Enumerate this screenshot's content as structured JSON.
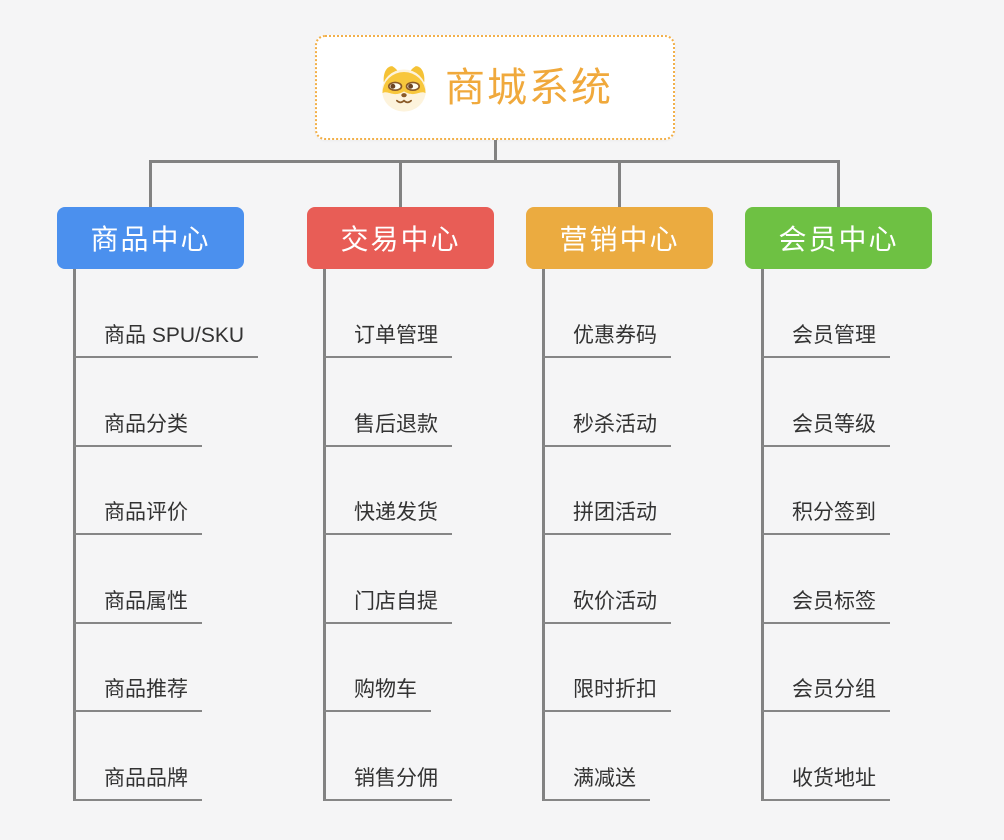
{
  "page": {
    "background_color": "#f5f5f6",
    "connector_color": "#828282",
    "underline_color": "#868686",
    "leaf_text_color": "#333333"
  },
  "root": {
    "title": "商城系统",
    "icon": "shiba-dog-icon",
    "text_color": "#f0a93c",
    "border_color": "#f2b04a",
    "background": "#ffffff"
  },
  "branches": [
    {
      "label": "商品中心",
      "color": "#4b90ee",
      "children": [
        "商品 SPU/SKU",
        "商品分类",
        "商品评价",
        "商品属性",
        "商品推荐",
        "商品品牌"
      ]
    },
    {
      "label": "交易中心",
      "color": "#e85d56",
      "children": [
        "订单管理",
        "售后退款",
        "快递发货",
        "门店自提",
        "购物车",
        "销售分佣"
      ]
    },
    {
      "label": "营销中心",
      "color": "#ebab40",
      "children": [
        "优惠券码",
        "秒杀活动",
        "拼团活动",
        "砍价活动",
        "限时折扣",
        "满减送"
      ]
    },
    {
      "label": "会员中心",
      "color": "#6ec143",
      "children": [
        "会员管理",
        "会员等级",
        "积分签到",
        "会员标签",
        "会员分组",
        "收货地址"
      ]
    }
  ]
}
